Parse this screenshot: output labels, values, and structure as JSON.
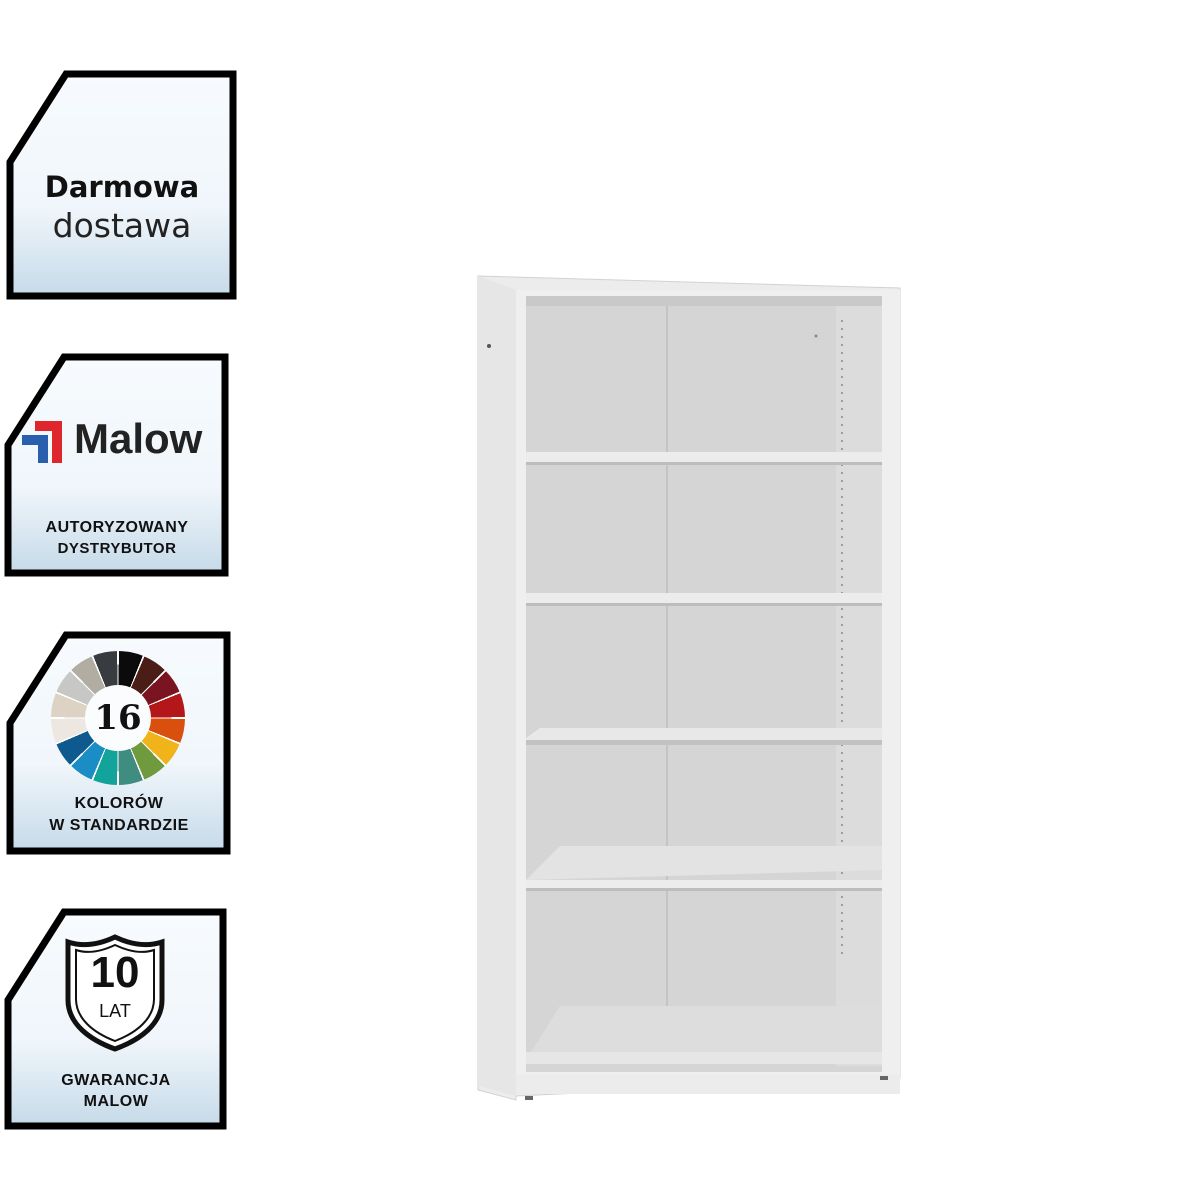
{
  "badges": {
    "delivery": {
      "line1": "Darmowa",
      "line2": "dostawa"
    },
    "distributor": {
      "brand": "Malow",
      "line1": "AUTORYZOWANY",
      "line2": "DYSTRYBUTOR"
    },
    "colors": {
      "count": "16",
      "line1": "KOLORÓW",
      "line2": "W STANDARDZIE",
      "wheel_colors": [
        "#0b0b0b",
        "#4a1e16",
        "#7a1420",
        "#b3171a",
        "#d9500e",
        "#f0b41a",
        "#6f9a3e",
        "#3f8c80",
        "#12a39a",
        "#1a8ec4",
        "#0e5a8e",
        "#ece8e1",
        "#ddd3c4",
        "#c7c7c5",
        "#b2ada3",
        "#383c40"
      ]
    },
    "warranty": {
      "years": "10",
      "unit": "LAT",
      "line1": "GWARANCJA",
      "line2": "MALOW"
    }
  },
  "colors": {
    "badge_border": "#000000",
    "badge_top": "#f7fbfe",
    "badge_bottom": "#c9dcea",
    "logo_red": "#e0262d",
    "logo_blue": "#2a5fae",
    "shelf_light": "#e9e9e9",
    "shelf_back": "#d6d6d6"
  }
}
